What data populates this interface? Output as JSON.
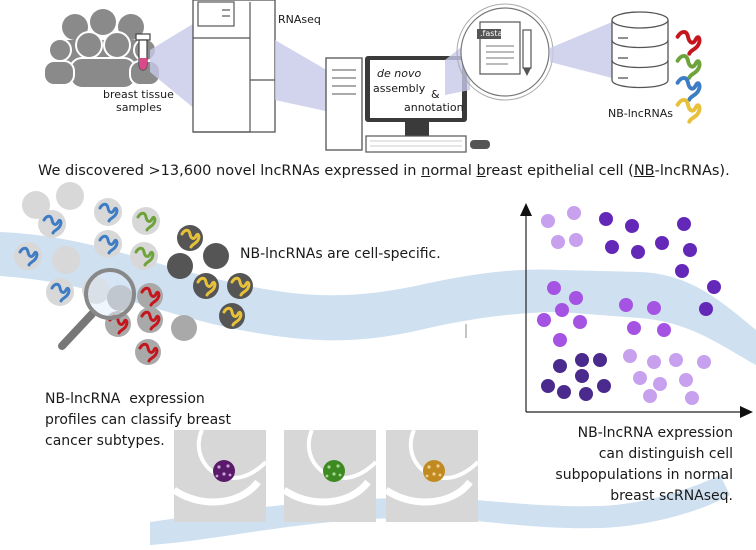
{
  "top": {
    "samples_label_line1": "breast tissue",
    "samples_label_line2": "samples",
    "rnaseq_label": "RNAseq",
    "file_label": ".fasta",
    "assembly_italic": "de novo",
    "assembly_line2": "assembly",
    "ampersand": "&",
    "annotation": "annotation",
    "db_label": "NB-lncRNAs"
  },
  "headline": {
    "part1": "We discovered >13,600 novel lncRNAs expressed in ",
    "n": "n",
    "part2": "ormal ",
    "b": "b",
    "part3": "reast epithelial cell (",
    "nb": "NB",
    "part4": "-lncRNAs)."
  },
  "left": {
    "cell_specific": "NB-lncRNAs are cell-specific.",
    "classify_line1": "NB-lncRNA  expression",
    "classify_line2": "profiles can classify breast",
    "classify_line3": "cancer subtypes."
  },
  "right": {
    "line1": "NB-lncRNA expression",
    "line2": "can distinguish cell",
    "line3": "subpopulations in normal",
    "line4": "breast scRNAseq."
  },
  "colors": {
    "wave": "#cfe0f0",
    "gray_icon": "#8a8a8a",
    "rna_red": "#c4161c",
    "rna_green": "#6ea33c",
    "rna_blue": "#3e7cc4",
    "rna_yellow": "#e8c13a",
    "purple_light": "#c7a0ee",
    "purple_mid": "#a553e3",
    "purple_dark": "#6428b8",
    "purple_deep": "#4a2a8c",
    "tumor_purple": "#5a1a6a",
    "tumor_green": "#3e8a22",
    "tumor_orange": "#c08a20"
  }
}
